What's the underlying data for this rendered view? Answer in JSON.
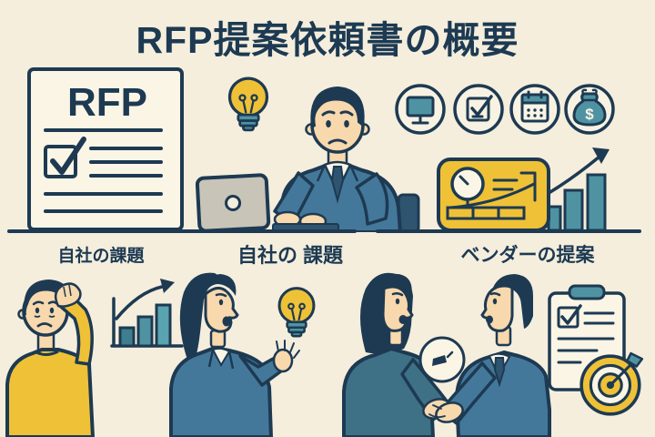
{
  "title": "RFP提案依頼書の概要",
  "top_row": {
    "rfp_document": {
      "heading": "RFP"
    },
    "feature_icons": [
      {
        "name": "monitor-icon"
      },
      {
        "name": "checklist-icon"
      },
      {
        "name": "calendar-icon"
      },
      {
        "name": "money-bag-icon",
        "glyph": "$"
      }
    ]
  },
  "section_labels": [
    {
      "label": "自社の課題"
    },
    {
      "label": "自社の 課題"
    },
    {
      "label": "ベンダーの提案"
    }
  ],
  "colors": {
    "background": "#f5eedd",
    "ink": "#1d3a52",
    "paper": "#fbf5e6",
    "yellow": "#efc137",
    "teal": "#4f93a3",
    "suit_blue": "#44789b",
    "suit_teal": "#3e7186",
    "navy_mid": "#2e5470",
    "skin": "#f8d8ad",
    "laptop_gray": "#c9c4b8"
  }
}
